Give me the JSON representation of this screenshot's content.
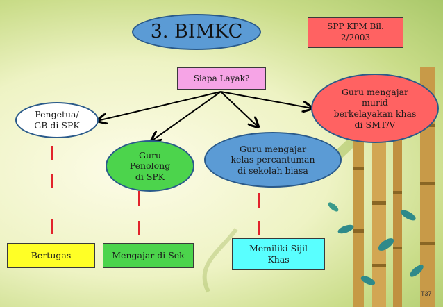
{
  "title": "3. BIMKC",
  "reference": [
    "SPP KPM Bil.",
    "2/2003"
  ],
  "question": "Siapa Layak?",
  "eligible_groups": [
    {
      "lines": [
        "Pengetua/",
        "GB di SPK"
      ]
    },
    {
      "lines": [
        "Guru",
        "Penolong",
        "di SPK"
      ]
    },
    {
      "lines": [
        "Guru mengajar",
        "kelas percantuman",
        "di sekolah biasa"
      ]
    },
    {
      "lines": [
        "Guru mengajar",
        "murid",
        "berkelayakan khas",
        "di SMT/V"
      ]
    }
  ],
  "conditions": [
    {
      "lines": [
        "Bertugas"
      ]
    },
    {
      "lines": [
        "Mengajar di Sek"
      ]
    },
    {
      "lines": [
        "Memiliki Sijil",
        "Khas"
      ]
    }
  ],
  "footer": "T37",
  "colors": {
    "title_fill": "#5b9bd5",
    "reference_fill": "#ff6262",
    "question_fill": "#f6a4e6",
    "connector_red": "#e2232b",
    "bertugas_fill": "#ffff26",
    "green_fill": "#4cd44c",
    "cyan_fill": "#59ffff"
  }
}
